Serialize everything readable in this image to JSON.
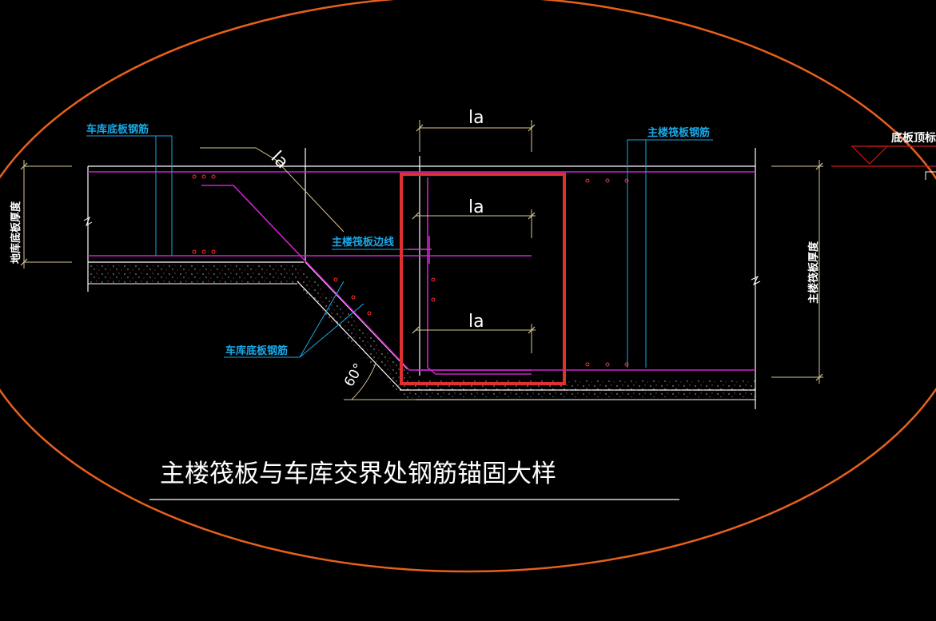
{
  "title": "主楼筏板与车库交界处钢筋锚固大样",
  "labels": {
    "garage_rebar_top": "车库底板钢筋",
    "garage_rebar_bottom": "车库底板钢筋",
    "main_raft_rebar": "主楼筏板钢筋",
    "main_raft_edge": "主楼筏板边线",
    "bottom_elevation": "底板顶标高",
    "garage_thickness": "地库底板厚度",
    "main_thickness": "主楼筏板厚度",
    "la": "la",
    "angle": "60°"
  },
  "colors": {
    "background": "#000000",
    "ellipse": "#e8601c",
    "highlight_box": "#e03030",
    "rebar": "#d020d0",
    "outline": "#ffffff",
    "dimension": "#d8c890",
    "leader": "#19a9e8",
    "rebar_dot": "#ff3030",
    "elevation_marker": "#cc1818"
  }
}
